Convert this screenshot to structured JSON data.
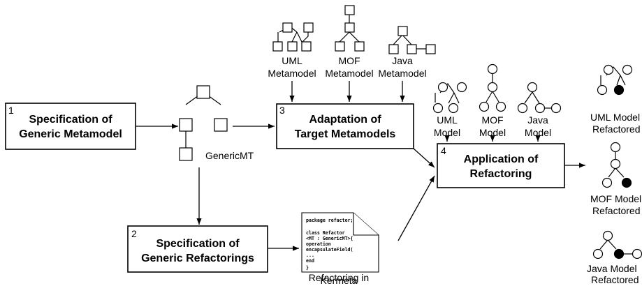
{
  "steps": [
    {
      "num": "1",
      "line1": "Specification of",
      "line2": "Generic Metamodel"
    },
    {
      "num": "2",
      "line1": "Specification of",
      "line2": "Generic Refactorings"
    },
    {
      "num": "3",
      "line1": "Adaptation of",
      "line2": "Target Metamodels"
    },
    {
      "num": "4",
      "line1": "Application of",
      "line2": "Refactoring"
    }
  ],
  "generic_mt_label": "GenericMT",
  "metamodels": [
    {
      "line1": "UML",
      "line2": "Metamodel"
    },
    {
      "line1": "MOF",
      "line2": "Metamodel"
    },
    {
      "line1": "Java",
      "line2": "Metamodel"
    }
  ],
  "models": [
    {
      "line1": "UML",
      "line2": "Model"
    },
    {
      "line1": "MOF",
      "line2": "Model"
    },
    {
      "line1": "Java",
      "line2": "Model"
    }
  ],
  "refactored": [
    {
      "line1": "UML Model",
      "line2": "Refactored"
    },
    {
      "line1": "MOF Model",
      "line2": "Refactored"
    },
    {
      "line1": "Java Model",
      "line2": "Refactored"
    }
  ],
  "kermeta_doc": {
    "code": [
      "package refactor;",
      "",
      "class Refactor",
      "  <MT : GenericMT>{",
      "  operation",
      "  encapsulateField(",
      "  ...",
      "  end",
      "}"
    ],
    "caption_line1": "Refactoring in",
    "caption_line2": "Kermeta"
  }
}
